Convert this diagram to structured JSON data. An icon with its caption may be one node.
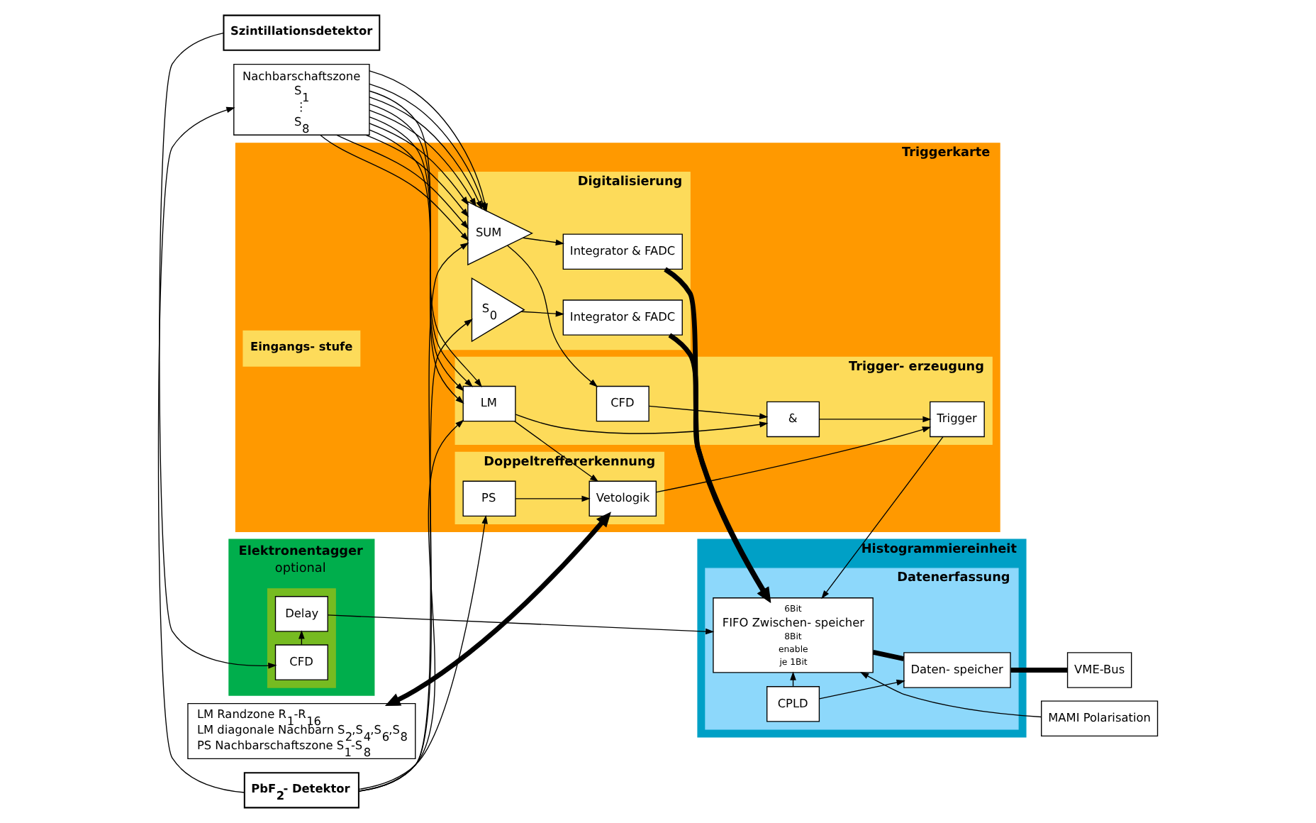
{
  "diagram": {
    "nodes": [
      {
        "text": [
          "Nachbarschaftszone",
          "S$_{1}$",
          "⋮",
          "S$_{8}$"
        ]
      },
      {
        "text": [
          "PbF$_{2}$- Detektor"
        ]
      },
      {
        "text": [
          "Triggerkarte"
        ]
      },
      {
        "text": [
          "Eingangs- stufe"
        ],
        "in": 2
      },
      {
        "text": [
          "Digitalisierung"
        ],
        "in": 2
      },
      {
        "text": [
          "S$_{0}$"
        ],
        "in": 4
      },
      {
        "text": [
          "SUM"
        ],
        "in": 4
      },
      {
        "text": [
          "Integrator & FADC"
        ],
        "in": 4
      },
      {
        "text": [
          "Integrator & FADC"
        ],
        "in": 4
      },
      {
        "text": [
          "Trigger- erzeugung"
        ],
        "in": 2
      },
      {
        "text": [
          "CFD"
        ],
        "in": 9
      },
      {
        "text": [
          "LM"
        ],
        "in": 9
      },
      {
        "text": [
          "&"
        ],
        "in": 9
      },
      {
        "text": [
          "Trigger"
        ],
        "in": 9
      },
      {
        "text": [
          "Doppeltreffererkennung"
        ],
        "in": 2
      },
      {
        "text": [
          "PS"
        ],
        "in": 14
      },
      {
        "text": [
          "Vetologik"
        ],
        "in": 14
      },
      {
        "text": [
          "Histogrammiereinheit"
        ]
      },
      {
        "text": [
          "Datenerfassung"
        ],
        "in": 17
      },
      {
        "text": [
          "6Bit",
          "FIFO Zwischen- speicher",
          "8Bit",
          "enable",
          "je 1Bit"
        ],
        "in": 18
      },
      {
        "text": [
          "CPLD"
        ],
        "in": 18
      },
      {
        "text": [
          "Daten- speicher"
        ],
        "in": 18
      },
      {
        "text": [
          "VME-Bus"
        ]
      },
      {
        "text": [
          "MAMI Polarisation"
        ]
      },
      {
        "text": [
          "Elektronentagger",
          "optional"
        ]
      },
      {
        "text": [],
        "shape": "box",
        "in": 24
      },
      {
        "text": [
          "Delay"
        ],
        "in": 25
      },
      {
        "text": [
          "CFD"
        ],
        "in": 25
      },
      {
        "text": [
          "Szintillationsdetektor"
        ]
      },
      {
        "text": [
          "LM Randzone R$_{1}$-R$_{16}$",
          "LM diagonale Nachbarn S$_{2}$,S$_{4}$,S$_{6}$,S$_{8}$",
          "PS Nachbarschaftszone S$_{1}$-S$_{8}$"
        ]
      }
    ],
    "edges": [
      {
        "from": 1,
        "to": 0,
        "arrow": "to"
      },
      {
        "from": 1,
        "to": 5,
        "arrow": "to"
      },
      {
        "from": 1,
        "to": 6,
        "arrow": "to"
      },
      {
        "from": 0,
        "to": 6,
        "arrow": "to"
      },
      {
        "from": 0,
        "to": 6,
        "arrow": "to"
      },
      {
        "from": 0,
        "to": 6,
        "arrow": "to"
      },
      {
        "from": 0,
        "to": 6,
        "arrow": "to"
      },
      {
        "from": 0,
        "to": 6,
        "arrow": "to"
      },
      {
        "from": 0,
        "to": 6,
        "arrow": "to"
      },
      {
        "from": 0,
        "to": 6,
        "arrow": "to"
      },
      {
        "from": 0,
        "to": 6,
        "arrow": "to"
      },
      {
        "from": 0,
        "to": 11,
        "arrow": "to"
      },
      {
        "from": 0,
        "to": 11,
        "arrow": "to"
      },
      {
        "from": 0,
        "to": 11,
        "arrow": "to"
      },
      {
        "from": 0,
        "to": 11,
        "arrow": "to"
      },
      {
        "from": 1,
        "to": 11,
        "arrow": "to"
      },
      {
        "from": 1,
        "to": 15,
        "arrow": "to"
      },
      {
        "from": 5,
        "to": 7,
        "arrow": "to"
      },
      {
        "from": 6,
        "to": 8,
        "arrow": "to"
      },
      {
        "from": 6,
        "to": 10,
        "arrow": "to"
      },
      {
        "from": 10,
        "to": 12,
        "arrow": "to"
      },
      {
        "from": 11,
        "to": 12,
        "arrow": "to"
      },
      {
        "from": 11,
        "to": 16,
        "arrow": "to"
      },
      {
        "from": 15,
        "to": 16,
        "arrow": "to"
      },
      {
        "from": 12,
        "to": 13,
        "arrow": "to"
      },
      {
        "from": 16,
        "to": 13,
        "arrow": "to"
      },
      {
        "from": 29,
        "to": 16,
        "arrow": "both",
        "style": "thick"
      },
      {
        "from": 7,
        "to": 19,
        "arrow": "to",
        "style": "thick"
      },
      {
        "from": 8,
        "to": 19,
        "arrow": "to",
        "style": "thick"
      },
      {
        "from": 13,
        "to": 19,
        "arrow": "to"
      },
      {
        "from": 26,
        "to": 19,
        "arrow": "to"
      },
      {
        "from": 23,
        "to": 19,
        "arrow": "to"
      },
      {
        "from": 19,
        "to": 21,
        "arrow": "none",
        "style": "thick"
      },
      {
        "from": 20,
        "to": 19,
        "arrow": "to"
      },
      {
        "from": 20,
        "to": 21,
        "arrow": "to"
      },
      {
        "from": 21,
        "to": 22,
        "arrow": "none",
        "style": "thick"
      },
      {
        "from": 27,
        "to": 26,
        "arrow": "to"
      },
      {
        "from": 28,
        "to": 27,
        "arrow": "to"
      }
    ]
  }
}
